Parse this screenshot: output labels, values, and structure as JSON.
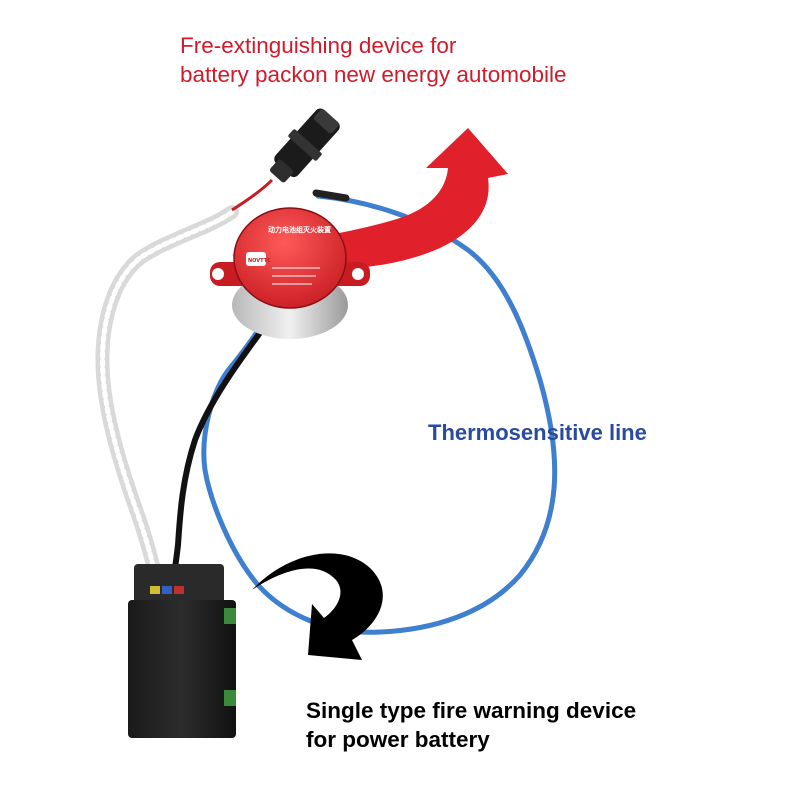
{
  "captions": {
    "top_line1": "Fre-extinguishing device for",
    "top_line2": "battery packon new energy automobile",
    "middle": "Thermosensitive line",
    "bottom_line1": "Single type fire warning device",
    "bottom_line2": "for power battery"
  },
  "device_label": {
    "brand": "NOVTTC",
    "title": "动力电池组灭火装置"
  },
  "colors": {
    "caption_top": "#d11a2a",
    "caption_middle": "#2a4aa0",
    "caption_bottom": "#000000",
    "red_arrow": "#e0202a",
    "black_arrow": "#000000",
    "device_red": "#e03030",
    "thermo_wire": "#3f7fcf"
  }
}
